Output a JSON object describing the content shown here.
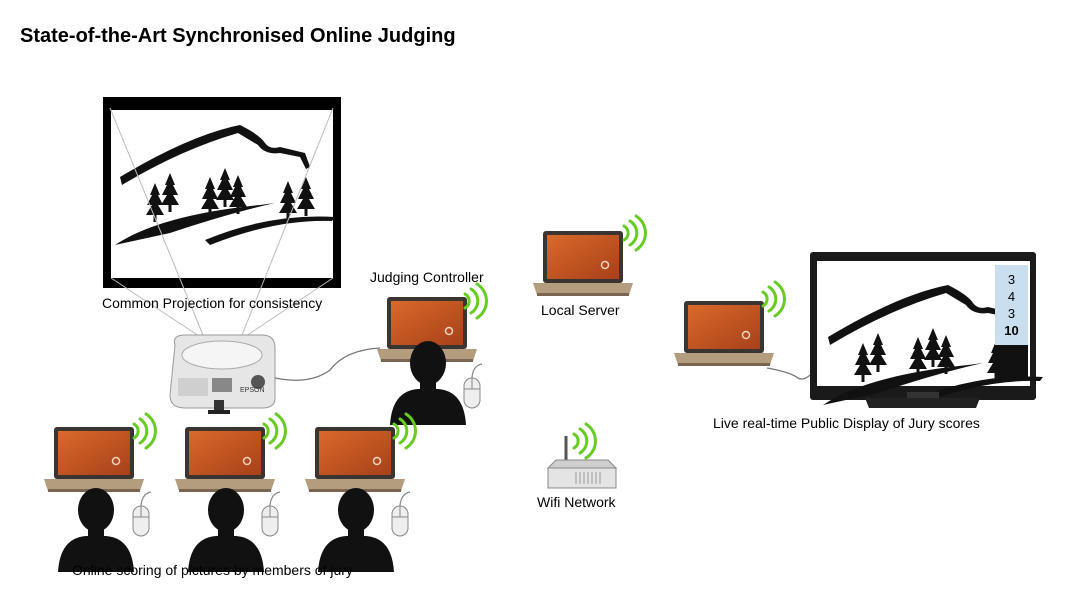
{
  "title": "State-of-the-Art Synchronised Online Judging",
  "labels": {
    "projection": "Common Projection for consistency",
    "controller": "Judging Controller",
    "server": "Local Server",
    "display": "Live real-time Public Display of Jury scores",
    "wifi": "Wifi Network",
    "jury": "Online scoring of pictures by members of jury"
  },
  "projector_brand": "EPSON",
  "scores": [
    "3",
    "4",
    "3",
    "10"
  ],
  "icons": {
    "laptop": "laptop-icon",
    "person": "person-silhouette-icon",
    "mouse": "mouse-icon",
    "wifi": "wifi-signal-icon",
    "router": "wifi-router-icon",
    "projector": "projector-icon",
    "screen": "projection-screen",
    "tv": "tv-display"
  },
  "colors": {
    "laptop_screen": "#c8561f",
    "laptop_body": "#b49c7e",
    "wifi_signal": "#66cc22",
    "score_panel": "#c9dff0",
    "silhouette": "#111111"
  }
}
